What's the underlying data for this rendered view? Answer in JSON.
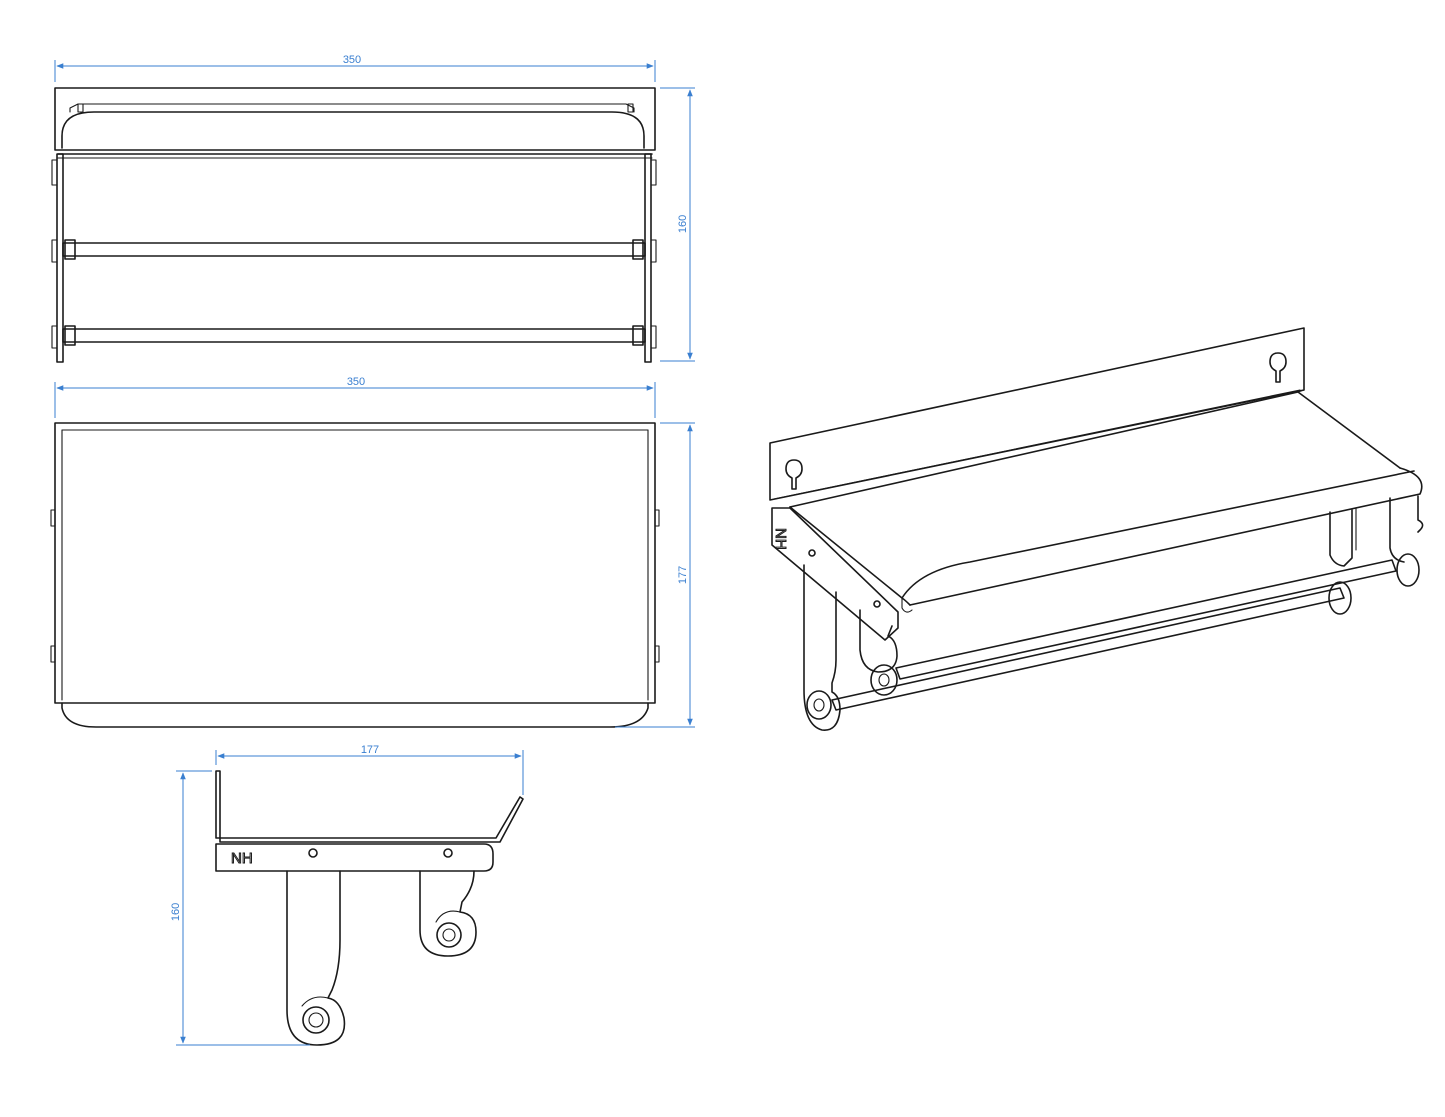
{
  "dimensions": {
    "top_width": "350",
    "top_height": "160",
    "front_width": "350",
    "front_depth": "177",
    "side_width": "177",
    "side_height": "160"
  },
  "brand_mark": "NH",
  "colors": {
    "line": "#1a1a1a",
    "dimension": "#3a7fd0",
    "background": "#ffffff"
  }
}
